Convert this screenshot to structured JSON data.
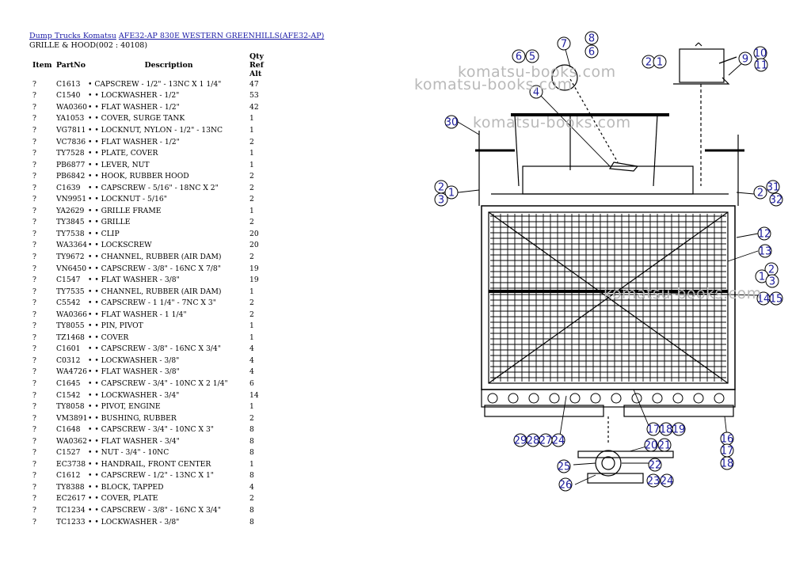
{
  "breadcrumb": {
    "link1": "Dump Trucks Komatsu",
    "link2": "AFE32-AP 830E WESTERN GREENHILLS(AFE32-AP)",
    "section": "GRILLE & HOOD(002 : 40108)"
  },
  "table": {
    "headers": [
      "Item",
      "PartNo",
      "Description",
      "Qty",
      "Ref",
      "Alt"
    ],
    "rows": [
      [
        "?",
        "C1613",
        "• CAPSCREW - 1/2\" - 13NC X 1 1/4\"",
        "47"
      ],
      [
        "?",
        "C1540",
        "• • LOCKWASHER - 1/2\"",
        "53"
      ],
      [
        "?",
        "WA0360",
        "• • FLAT WASHER - 1/2\"",
        "42"
      ],
      [
        "?",
        "YA1053",
        "• • COVER, SURGE TANK",
        "1"
      ],
      [
        "?",
        "VG7811",
        "• • LOCKNUT, NYLON - 1/2\" - 13NC",
        "1"
      ],
      [
        "?",
        "VC7836",
        "• • FLAT WASHER - 1/2\"",
        "2"
      ],
      [
        "?",
        "TY7528",
        "• • PLATE, COVER",
        "1"
      ],
      [
        "?",
        "PB6877",
        "• • LEVER, NUT",
        "1"
      ],
      [
        "?",
        "PB6842",
        "• • HOOK, RUBBER HOOD",
        "2"
      ],
      [
        "?",
        "C1639",
        "• • CAPSCREW - 5/16\" - 18NC X 2\"",
        "2"
      ],
      [
        "?",
        "VN9951",
        "• • LOCKNUT - 5/16\"",
        "2"
      ],
      [
        "?",
        "YA2629",
        "• • GRILLE FRAME",
        "1"
      ],
      [
        "?",
        "TY3845",
        "• • GRILLE",
        "2"
      ],
      [
        "?",
        "TY7538",
        "• • CLIP",
        "20"
      ],
      [
        "?",
        "WA3364",
        "• • LOCKSCREW",
        "20"
      ],
      [
        "?",
        "TY9672",
        "• • CHANNEL, RUBBER (AIR DAM)",
        "2"
      ],
      [
        "?",
        "VN6450",
        "• • CAPSCREW - 3/8\" - 16NC X 7/8\"",
        "19"
      ],
      [
        "?",
        "C1547",
        "• • FLAT WASHER - 3/8\"",
        "19"
      ],
      [
        "?",
        "TY7535",
        "• • CHANNEL, RUBBER (AIR DAM)",
        "1"
      ],
      [
        "?",
        "C5542",
        "• • CAPSCREW - 1 1/4\" - 7NC X 3\"",
        "2"
      ],
      [
        "?",
        "WA0366",
        "• • FLAT WASHER - 1 1/4\"",
        "2"
      ],
      [
        "?",
        "TY8055",
        "• • PIN, PIVOT",
        "1"
      ],
      [
        "?",
        "TZ1468",
        "• • COVER",
        "1"
      ],
      [
        "?",
        "C1601",
        "• • CAPSCREW - 3/8\" - 16NC X 3/4\"",
        "4"
      ],
      [
        "?",
        "C0312",
        "• • LOCKWASHER - 3/8\"",
        "4"
      ],
      [
        "?",
        "WA4726",
        "• • FLAT WASHER - 3/8\"",
        "4"
      ],
      [
        "?",
        "C1645",
        "• • CAPSCREW - 3/4\" - 10NC X 2 1/4\"",
        "6"
      ],
      [
        "?",
        "C1542",
        "• • LOCKWASHER - 3/4\"",
        "14"
      ],
      [
        "?",
        "TY8058",
        "• • PIVOT, ENGINE",
        "1"
      ],
      [
        "?",
        "VM3891",
        "• • BUSHING, RUBBER",
        "2"
      ],
      [
        "?",
        "C1648",
        "• • CAPSCREW - 3/4\" - 10NC X 3\"",
        "8"
      ],
      [
        "?",
        "WA0362",
        "• • FLAT WASHER - 3/4\"",
        "8"
      ],
      [
        "?",
        "C1527",
        "• • NUT - 3/4\" - 10NC",
        "8"
      ],
      [
        "?",
        "EC3738",
        "• • HANDRAIL, FRONT CENTER",
        "1"
      ],
      [
        "?",
        "C1612",
        "• • CAPSCREW - 1/2\" - 13NC X 1\"",
        "8"
      ],
      [
        "?",
        "TY8388",
        "• • BLOCK, TAPPED",
        "4"
      ],
      [
        "?",
        "EC2617",
        "• • COVER, PLATE",
        "2"
      ],
      [
        "?",
        "TC1234",
        "• • CAPSCREW - 3/8\" - 16NC X 3/4\"",
        "8"
      ],
      [
        "?",
        "TC1233",
        "• • LOCKWASHER - 3/8\"",
        "8"
      ]
    ]
  },
  "watermark": "komatsu-books.com",
  "callouts": [
    "7",
    "8",
    "6",
    "6",
    "5",
    "4",
    "2",
    "1",
    "9",
    "10",
    "11",
    "30",
    "2",
    "1",
    "3",
    "2",
    "31",
    "32",
    "12",
    "13",
    "2",
    "1",
    "3",
    "14",
    "15",
    "16",
    "17",
    "18",
    "17",
    "18",
    "19",
    "29",
    "28",
    "27",
    "24",
    "20",
    "21",
    "22",
    "25",
    "23",
    "24",
    "26"
  ],
  "colors": {
    "link": "#1a1aa6",
    "callout": "#1d1d9e",
    "watermark": "#b9b9b9"
  }
}
